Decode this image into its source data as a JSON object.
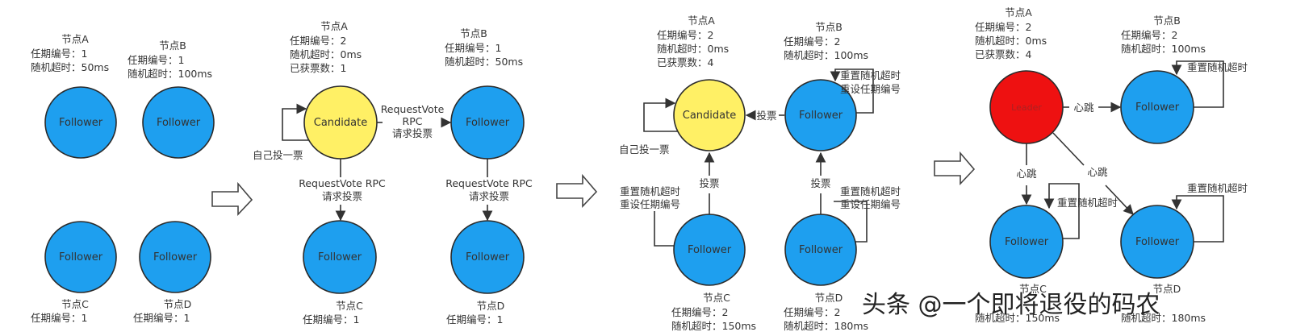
{
  "colors": {
    "follower": "#1e9fef",
    "candidate": "#fff065",
    "leader": "#ee1111",
    "stroke": "#2b2b2b"
  },
  "labels": {
    "follower": "Follower",
    "candidate": "Candidate",
    "leader": "Leader",
    "node_a": "节点A",
    "node_b": "节点B",
    "node_c": "节点C",
    "node_d": "节点D",
    "term_1": "任期编号：1",
    "term_2": "任期编号：2",
    "timeout_0": "随机超时：0ms",
    "timeout_50": "随机超时：50ms",
    "timeout_50b": "随机超时：50ms",
    "timeout_100": "随机超时：100ms",
    "timeout_150": "随机超时：150ms",
    "timeout_180": "随机超时：180ms",
    "votes_1": "已获票数：1",
    "votes_4": "已获票数：4",
    "rpc_inline_1": "RequestVote",
    "rpc_inline_2": "RPC",
    "rpc_inline_3": "请求投票",
    "rpc": "RequestVote RPC",
    "request_vote": "请求投票",
    "self_vote": "自己投一票",
    "vote": "投票",
    "reset_timeout": "重置随机超时",
    "reset_term": "重设任期编号",
    "heartbeat": "心跳",
    "watermark": "头条 @一个即将退役的码农"
  }
}
